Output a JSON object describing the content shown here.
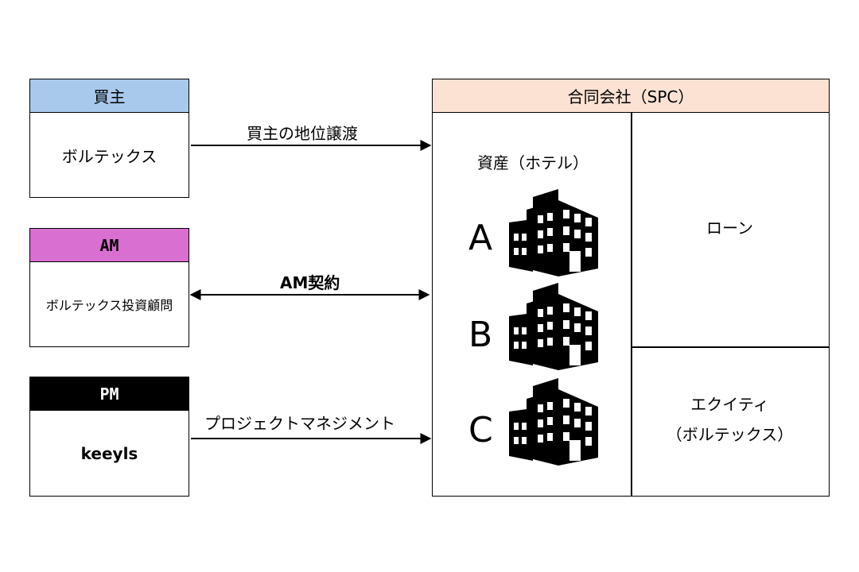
{
  "buyer": {
    "header": "買主",
    "name": "ボルテックス",
    "header_color": "#a9c9ec"
  },
  "am": {
    "header": "AM",
    "name": "ボルテックス投資顧問",
    "header_color": "#d96fd1"
  },
  "pm": {
    "header": "PM",
    "name": "keeyls",
    "header_color": "#000000"
  },
  "arrows": {
    "buyer_label": "買主の地位譲渡",
    "am_label": "AM契約",
    "pm_label": "プロジェクトマネジメント"
  },
  "spc": {
    "header": "合同会社（SPC）",
    "header_color": "#fbe2d3",
    "assets_label": "資産（ホテル）",
    "asset_letters": [
      "A",
      "B",
      "C"
    ],
    "loan": "ローン",
    "equity_line1": "エクイティ",
    "equity_line2": "（ボルテックス）"
  },
  "icons": [
    "hotel-building-icon",
    "hotel-building-icon",
    "hotel-building-icon"
  ]
}
